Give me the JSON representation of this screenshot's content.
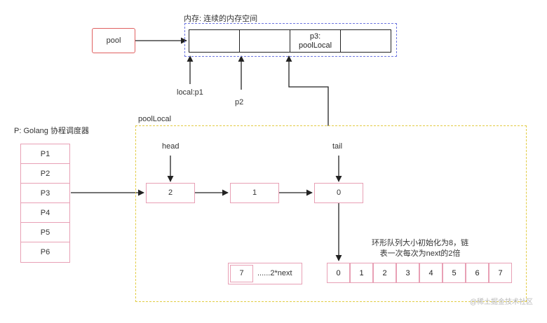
{
  "memory": {
    "title": "内存: 连续的内存空间",
    "cells": [
      "",
      "",
      "p3:\npoolLocal",
      ""
    ]
  },
  "pool": {
    "label": "pool"
  },
  "pointers": {
    "p1": "local:p1",
    "p2": "p2"
  },
  "scheduler": {
    "title": "P: Golang 协程调度器",
    "items": [
      "P1",
      "P2",
      "P3",
      "P4",
      "P5",
      "P6"
    ]
  },
  "pool_local": {
    "title": "poolLocal",
    "head_label": "head",
    "tail_label": "tail",
    "nodes": [
      "2",
      "1",
      "0"
    ],
    "note": "环形队列大小初始化为8，链\n表一次每次为next的2倍",
    "next_index": "7",
    "next_label": "......2*next",
    "ring": [
      "0",
      "1",
      "2",
      "3",
      "4",
      "5",
      "6",
      "7"
    ]
  },
  "watermark": "@稀土掘金技术社区",
  "colors": {
    "pink": "#e8a0b5",
    "red": "#e06060",
    "blue_dash": "#6c75e0",
    "yellow_dash": "#e2cc44"
  }
}
